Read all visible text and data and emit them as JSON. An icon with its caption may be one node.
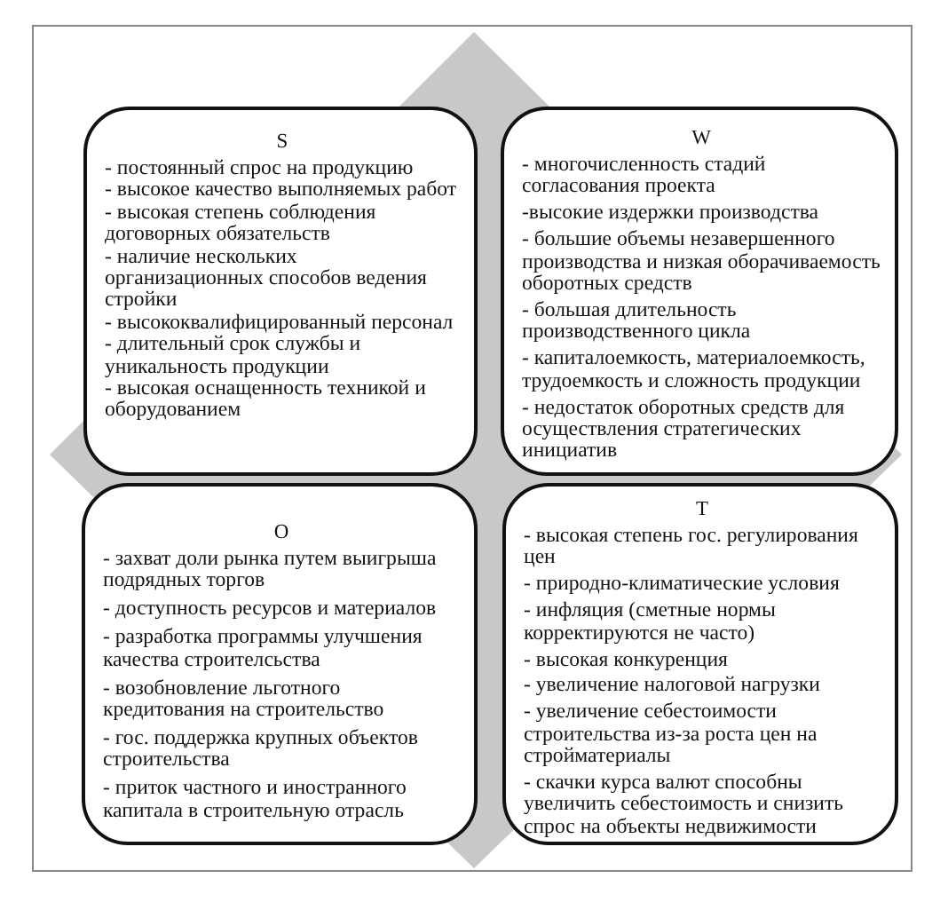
{
  "diagram": {
    "nodes": [
      {
        "text": [
          "S",
          "- постоянный спрос на продукцию",
          "- высокое качество выполняемых работ",
          "- высокая степень соблюдения договорных обязательств",
          "- наличие нескольких организационных способов ведения стройки",
          "- высококвалифицированный персонал",
          "- длительный срок службы и уникальность продукции",
          "- высокая оснащенность техникой и оборудованием"
        ]
      },
      {
        "text": [
          "W",
          "- многочисленность стадий согласования проекта",
          "-высокие издержки производства",
          "- большие объемы незавершенного производства и низкая оборачиваемость оборотных средств",
          "- большая длительность производственного цикла",
          "- капиталоемкость, материалоемкость, трудоемкость и сложность продукции",
          "- недостаток оборотных средств для осуществления стратегических инициатив"
        ]
      },
      {
        "text": [
          "O",
          "- захват доли рынка путем выигрыша подрядных торгов",
          "- доступность ресурсов и материалов",
          "- разработка программы улучшения качества строителсьства",
          "- возобновление льготного кредитования на строительство",
          "- гос. поддержка крупных объектов строительства",
          "- приток частного и иностранного капитала в строительную отрасль"
        ]
      },
      {
        "text": [
          "T",
          "- высокая степень гос. регулирования цен",
          "- природно-климатические условия",
          "- инфляция (сметные нормы корректируются не часто)",
          "- высокая конкуренция",
          "- увеличение налоговой нагрузки",
          "- увеличение себестоимости строительства из-за роста цен на стройматериалы",
          "- скачки курса валют способны увеличить себестоимость и снизить спрос на объекты недвижимости"
        ]
      }
    ]
  }
}
